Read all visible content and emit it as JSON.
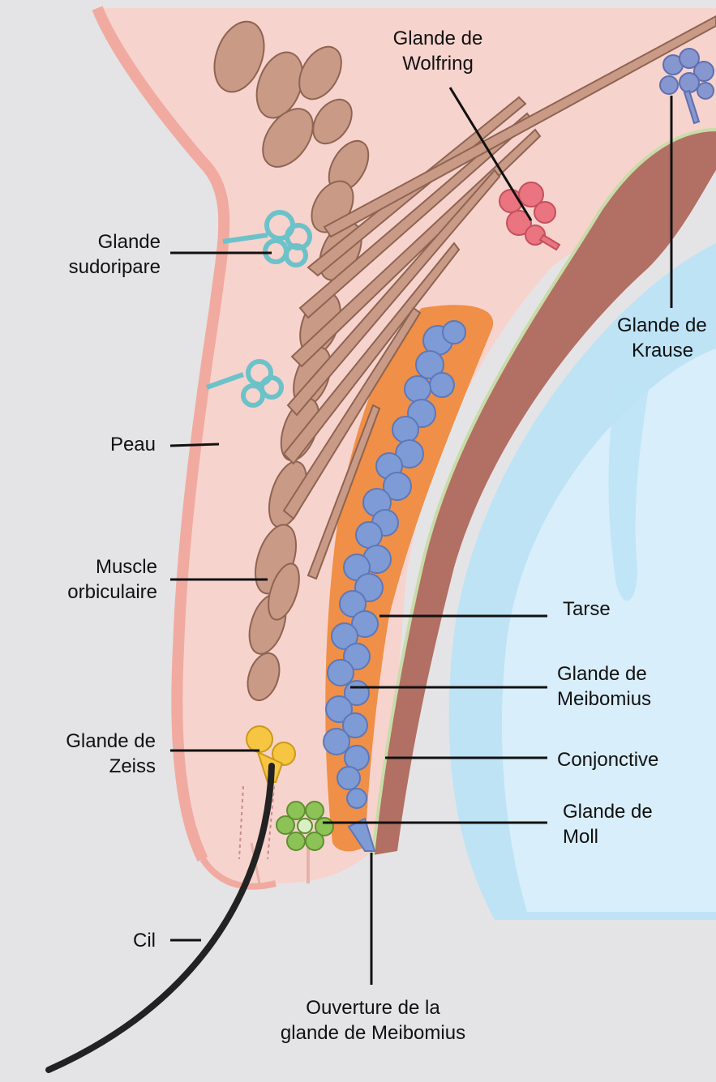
{
  "labels": {
    "wolfring": [
      "Glande de",
      "Wolfring"
    ],
    "sudoripare": [
      "Glande",
      "sudoripare"
    ],
    "krause": [
      "Glande de",
      "Krause"
    ],
    "peau": "Peau",
    "muscle": [
      "Muscle",
      "orbiculaire"
    ],
    "tarse": "Tarse",
    "meibomius": [
      "Glande de",
      "Meibomius"
    ],
    "zeiss": [
      "Glande de",
      "Zeiss"
    ],
    "conjonctive": "Conjonctive",
    "moll": [
      "Glande de",
      "Moll"
    ],
    "cil": "Cil",
    "ouverture": [
      "Ouverture de la",
      "glande de Meibomius"
    ]
  },
  "colors": {
    "background": "#e4e4e6",
    "skin": "#f7d3cd",
    "skin_edge": "#f1aaa0",
    "muscle": "#c99a86",
    "tarsus": "#f08f47",
    "meibomian_gland": "#7f9bd6",
    "conjunctiva": "#b26f63",
    "eye_outer": "#bde3f5",
    "eye_inner": "#d8eefa",
    "sweat_gland": "#6cc2c9",
    "wolfring_gland": "#ea7480",
    "krause_gland": "#8696cf",
    "zeiss_gland": "#f6c542",
    "moll_gland": "#8cc256",
    "eyelash": "#222222"
  }
}
